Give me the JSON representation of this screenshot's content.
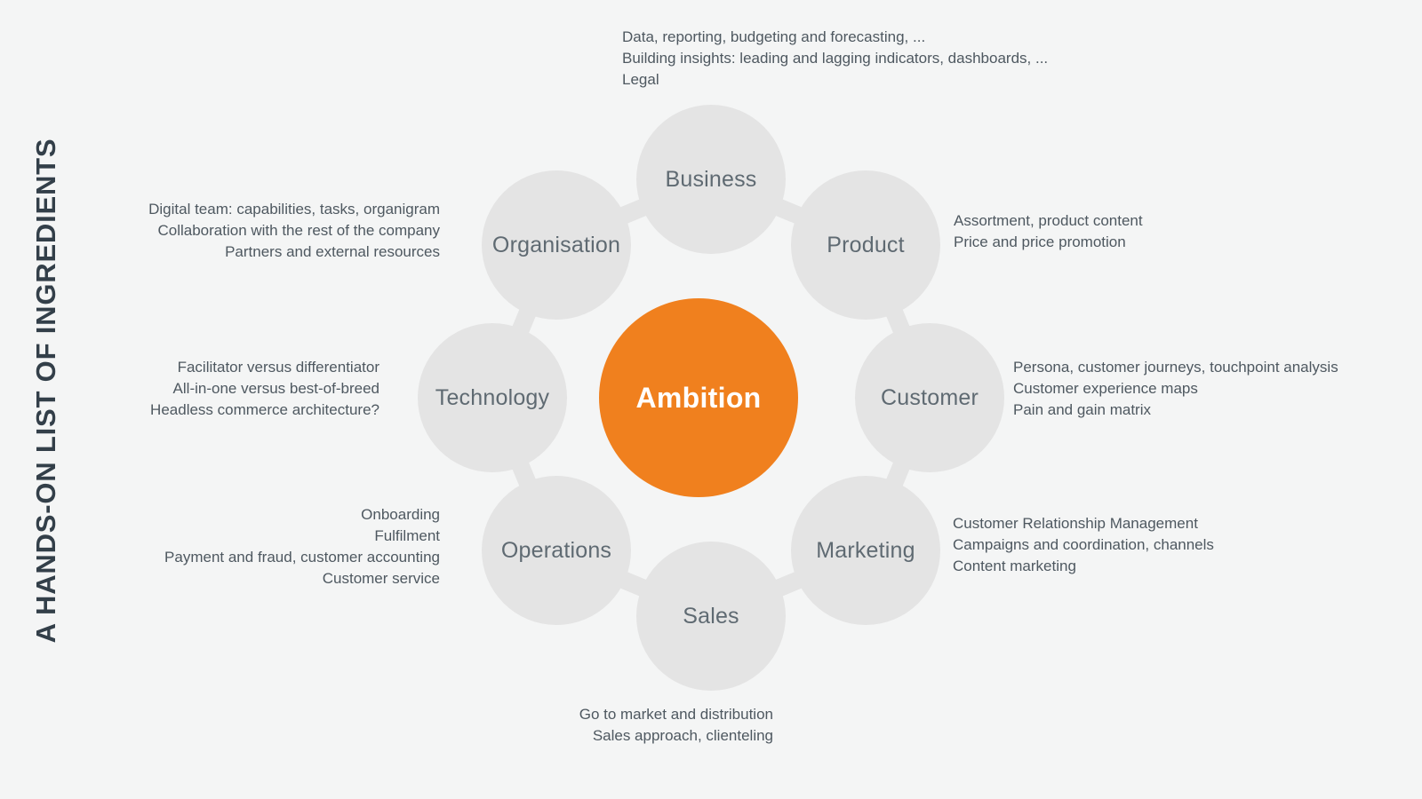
{
  "title": "A HANDS-ON LIST OF INGREDIENTS",
  "center": {
    "label": "Ambition"
  },
  "colors": {
    "background": "#f4f5f5",
    "circle": "#e4e4e4",
    "accent": "#f0801e",
    "label": "#5f6a72",
    "text": "#4e5860",
    "title": "#333f49"
  },
  "nodes": {
    "business": {
      "label": "Business",
      "notes": [
        "Data, reporting, budgeting and forecasting, ...",
        "Building insights: leading and lagging indicators, dashboards, ...",
        "Legal"
      ]
    },
    "product": {
      "label": "Product",
      "notes": [
        "Assortment, product content",
        "Price and price promotion"
      ]
    },
    "customer": {
      "label": "Customer",
      "notes": [
        "Persona, customer journeys, touchpoint analysis",
        "Customer experience maps",
        "Pain and gain matrix"
      ]
    },
    "marketing": {
      "label": "Marketing",
      "notes": [
        "Customer Relationship Management",
        "Campaigns and coordination, channels",
        "Content marketing"
      ]
    },
    "sales": {
      "label": "Sales",
      "notes": [
        "Go to market and distribution",
        "Sales approach, clienteling"
      ]
    },
    "operations": {
      "label": "Operations",
      "notes": [
        "Onboarding",
        "Fulfilment",
        "Payment and fraud, customer accounting",
        "Customer service"
      ]
    },
    "technology": {
      "label": "Technology",
      "notes": [
        "Facilitator versus differentiator",
        "All-in-one versus best-of-breed",
        "Headless commerce architecture?"
      ]
    },
    "organisation": {
      "label": "Organisation",
      "notes": [
        "Digital team: capabilities, tasks, organigram",
        "Collaboration with the rest of the company",
        "Partners and external resources"
      ]
    }
  }
}
